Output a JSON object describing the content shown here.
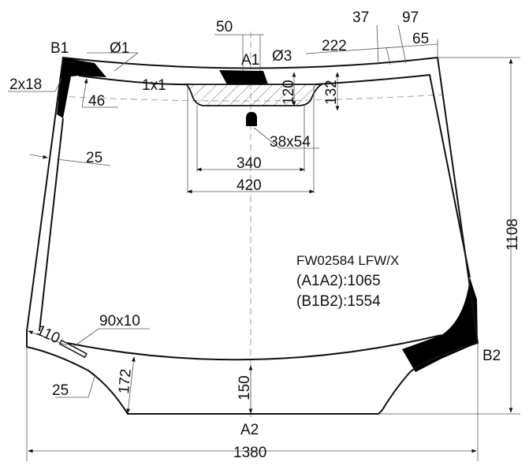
{
  "part": {
    "code": "FW02584 LFW/X",
    "a1a2": "(A1A2):1065",
    "b1b2": "(B1B2):1554"
  },
  "points": {
    "b1": "B1",
    "b2": "B2",
    "a1": "A1",
    "a2": "A2"
  },
  "dimensions": {
    "d50": "50",
    "d37": "37",
    "d97": "97",
    "d65": "65",
    "d222": "222",
    "phi1": "Ø1",
    "phi3": "Ø3",
    "d2x18": "2x18",
    "d1x1": "1x1",
    "d46": "46",
    "d120": "120",
    "d132": "132",
    "d38x54": "38x54",
    "d25_top": "25",
    "d340": "340",
    "d420": "420",
    "d1108": "1108",
    "d90x10": "90x10",
    "d110": "110",
    "d25_bottom": "25",
    "d172": "172",
    "d150": "150",
    "d1380": "1380"
  },
  "colors": {
    "line": "#111111",
    "print": "#000000",
    "dim": "#555555"
  }
}
